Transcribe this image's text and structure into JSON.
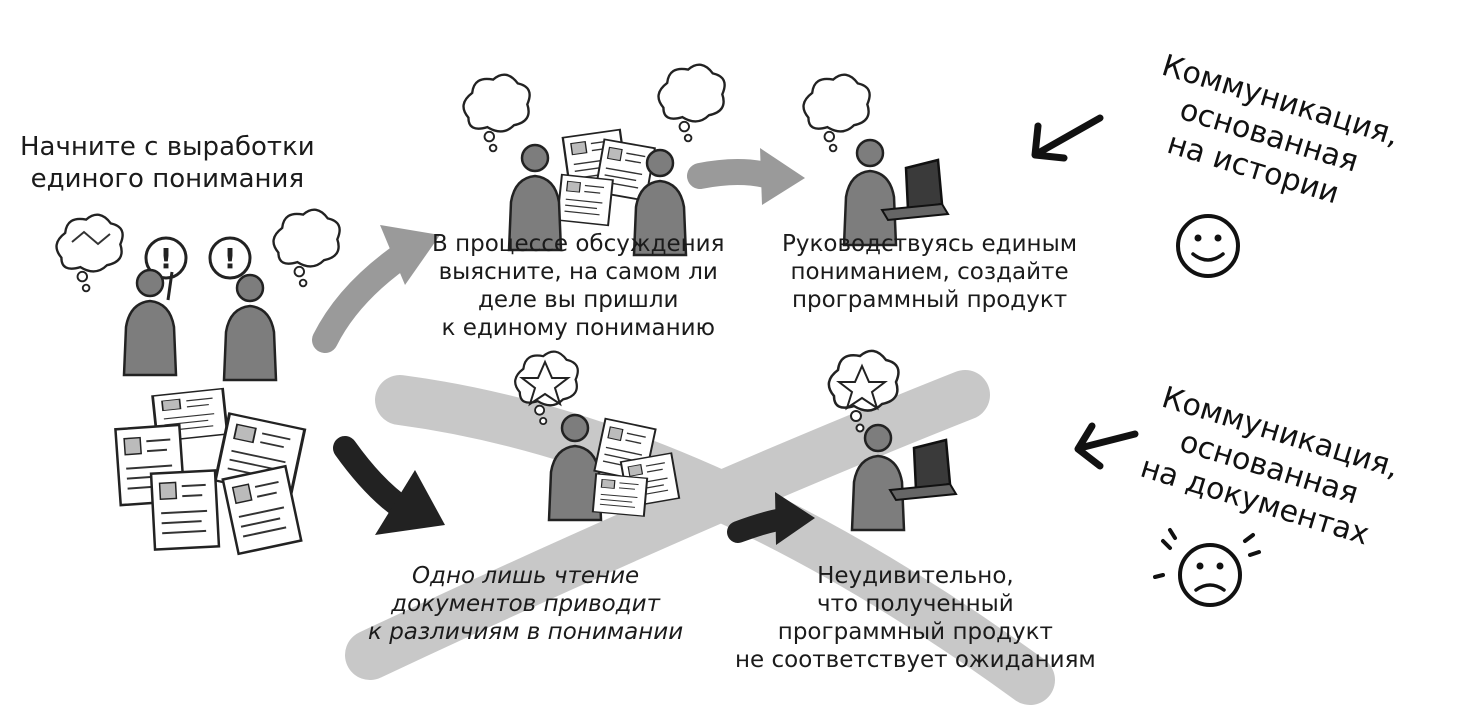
{
  "texts": {
    "start": [
      "Начните с выработки",
      "единого понимания"
    ],
    "discuss": [
      "В процессе обсуждения",
      "выясните, на самом ли",
      "деле вы пришли",
      "к единому пониманию"
    ],
    "guided": [
      "Руководствуясь единым",
      "пониманием, создайте",
      "программный продукт"
    ],
    "reading": [
      "Одно лишь чтение",
      "документов приводит",
      "к различиям в понимании"
    ],
    "unsurprising": [
      "Неудивительно,",
      "что полученный",
      "программный продукт",
      "не соответствует ожиданиям"
    ]
  },
  "side_labels": {
    "story": [
      "Коммуникация,",
      "основанная",
      "на истории"
    ],
    "docs": [
      "Коммуникация,",
      "основанная",
      "на документах"
    ]
  },
  "icons": {
    "story_face": "smiley-face-icon",
    "docs_face": "frowning-face-icon",
    "thought": "thought-bubble-icon",
    "person": "person-icon",
    "laptop": "laptop-icon",
    "documents": "documents-pile-icon"
  },
  "colors": {
    "ink": "#1b1b1b",
    "gray_arrow": "#9a9a9a",
    "cross": "#c8c8c8",
    "figure": "#7d7d7d"
  }
}
